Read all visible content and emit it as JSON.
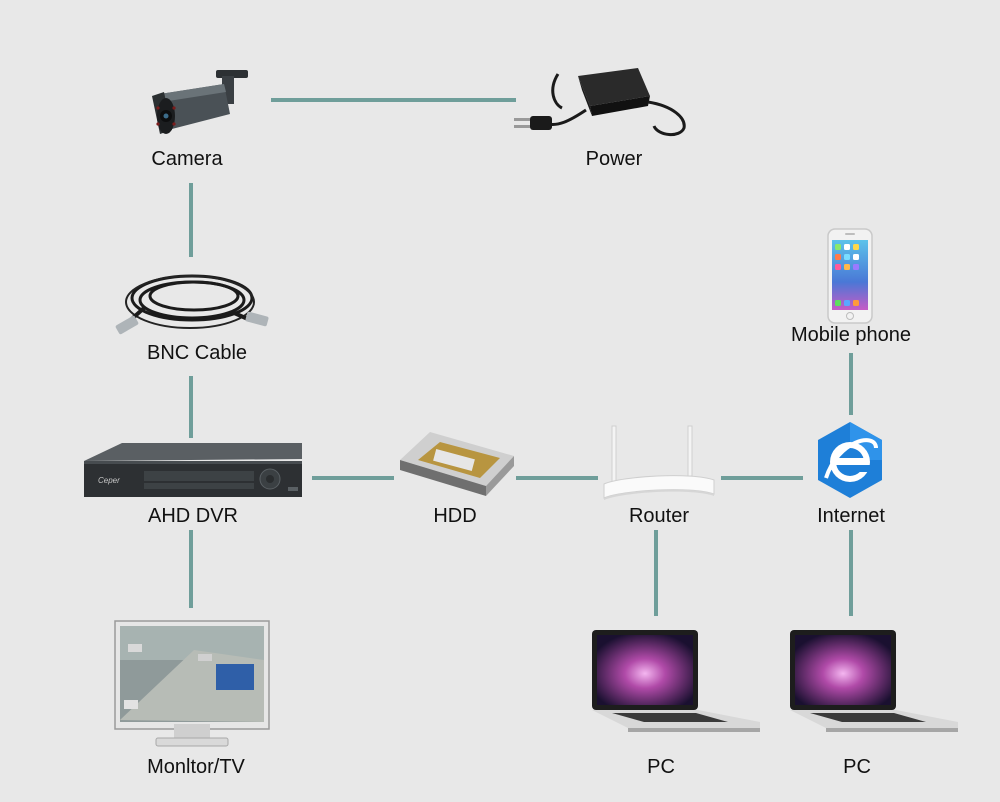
{
  "colors": {
    "background": "#e8e8e8",
    "connector": "#6f9e9a",
    "internet_blue": "#1e7fd8"
  },
  "nodes": {
    "camera": {
      "label": "Camera",
      "icon": "camera-icon"
    },
    "power": {
      "label": "Power",
      "icon": "power-adapter-icon"
    },
    "bnc_cable": {
      "label": "BNC Cable",
      "icon": "bnc-cable-icon"
    },
    "dvr": {
      "label": "AHD DVR",
      "icon": "dvr-icon",
      "brand": "Ceper"
    },
    "hdd": {
      "label": "HDD",
      "icon": "hdd-icon"
    },
    "router": {
      "label": "Router",
      "icon": "router-icon"
    },
    "internet": {
      "label": "Internet",
      "icon": "internet-explorer-icon",
      "glyph": "e"
    },
    "mobile": {
      "label": "Mobile phone",
      "icon": "smartphone-icon"
    },
    "monitor": {
      "label": "Monltor/TV",
      "icon": "monitor-icon"
    },
    "pc1": {
      "label": "PC",
      "icon": "laptop-icon"
    },
    "pc2": {
      "label": "PC",
      "icon": "laptop-icon"
    }
  }
}
